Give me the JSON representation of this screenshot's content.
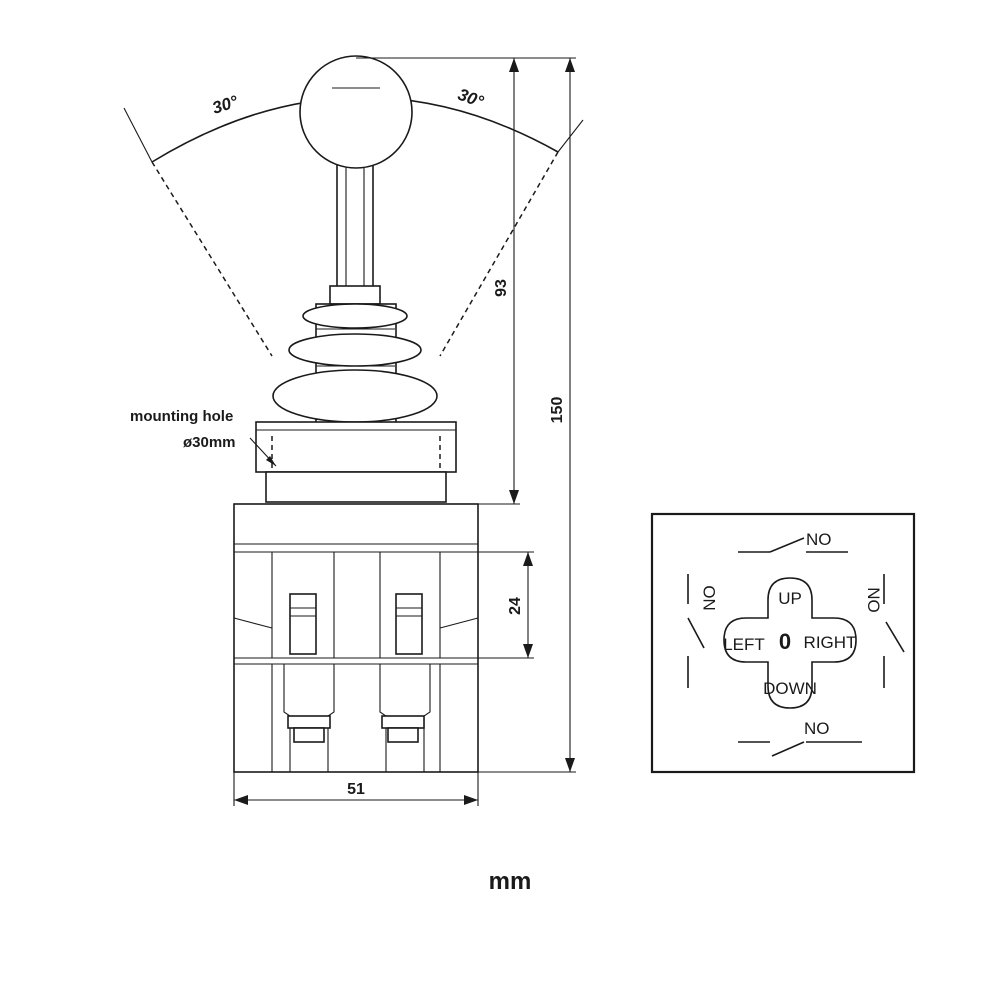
{
  "angles": {
    "left": "30°",
    "right": "30°"
  },
  "dimensions": {
    "stick_height": "93",
    "total_height": "150",
    "terminal_height": "24",
    "body_width": "51"
  },
  "mounting": {
    "label": "mounting hole",
    "diameter": "ø30mm"
  },
  "schematic": {
    "contacts": {
      "top": "NO",
      "bottom": "NO",
      "left": "NO",
      "right": "NO"
    },
    "directions": {
      "up": "UP",
      "down": "DOWN",
      "left": "LEFT",
      "right": "RIGHT",
      "center": "0"
    }
  },
  "unit": "mm"
}
